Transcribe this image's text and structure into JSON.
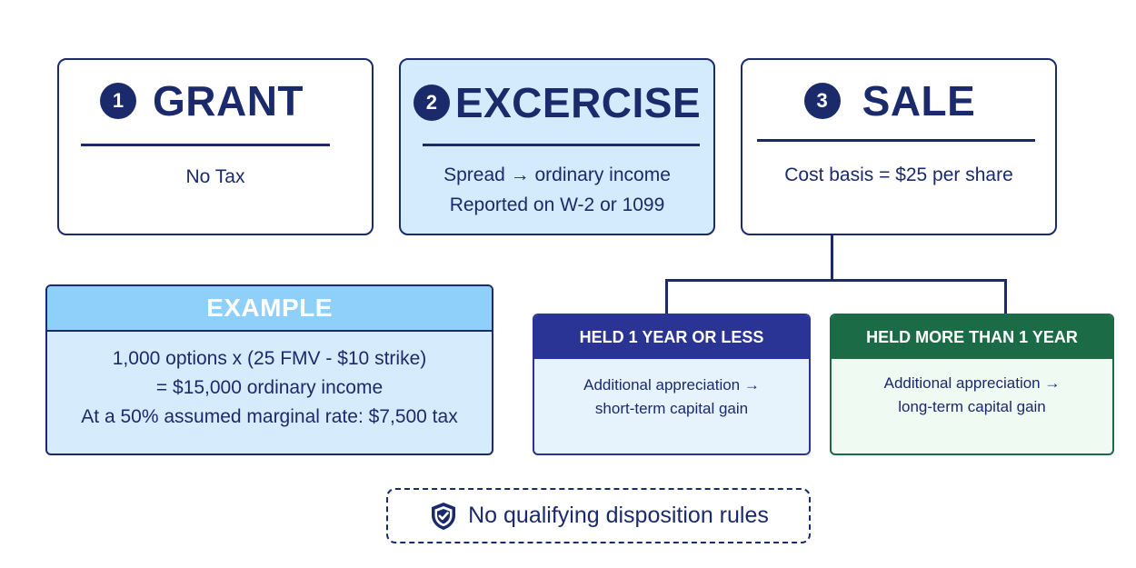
{
  "steps": [
    {
      "number": "1",
      "title": "GRANT",
      "lines": [
        "No Tax"
      ]
    },
    {
      "number": "2",
      "title": "EXCERCISE",
      "lines": [
        "Spread → ordinary income",
        "Reported on W-2 or 1099"
      ]
    },
    {
      "number": "3",
      "title": "SALE",
      "lines": [
        "Cost basis = $25 per share"
      ]
    }
  ],
  "example": {
    "title": "EXAMPLE",
    "lines": [
      "1,000 options x (25 FMV - $10 strike)",
      "= $15,000 ordinary income",
      "At a 50% assumed marginal rate: $7,500 tax"
    ]
  },
  "holding": [
    {
      "title": "HELD 1 YEAR OR LESS",
      "lines": [
        "Additional appreciation →",
        "short-term capital gain"
      ],
      "color": "#2a3494",
      "bg": "#e6f3fd"
    },
    {
      "title": "HELD MORE THAN 1 YEAR",
      "lines": [
        "Additional appreciation →",
        "long-term capital gain"
      ],
      "color": "#1b6b46",
      "bg": "#eefaf2"
    }
  ],
  "note": {
    "icon": "shield-check-icon",
    "text": "No qualifying disposition rules"
  },
  "colors": {
    "navy": "#1b2a6b",
    "light_blue": "#d3ebfc",
    "header_blue": "#8fd0fb",
    "green": "#1b6b46"
  }
}
